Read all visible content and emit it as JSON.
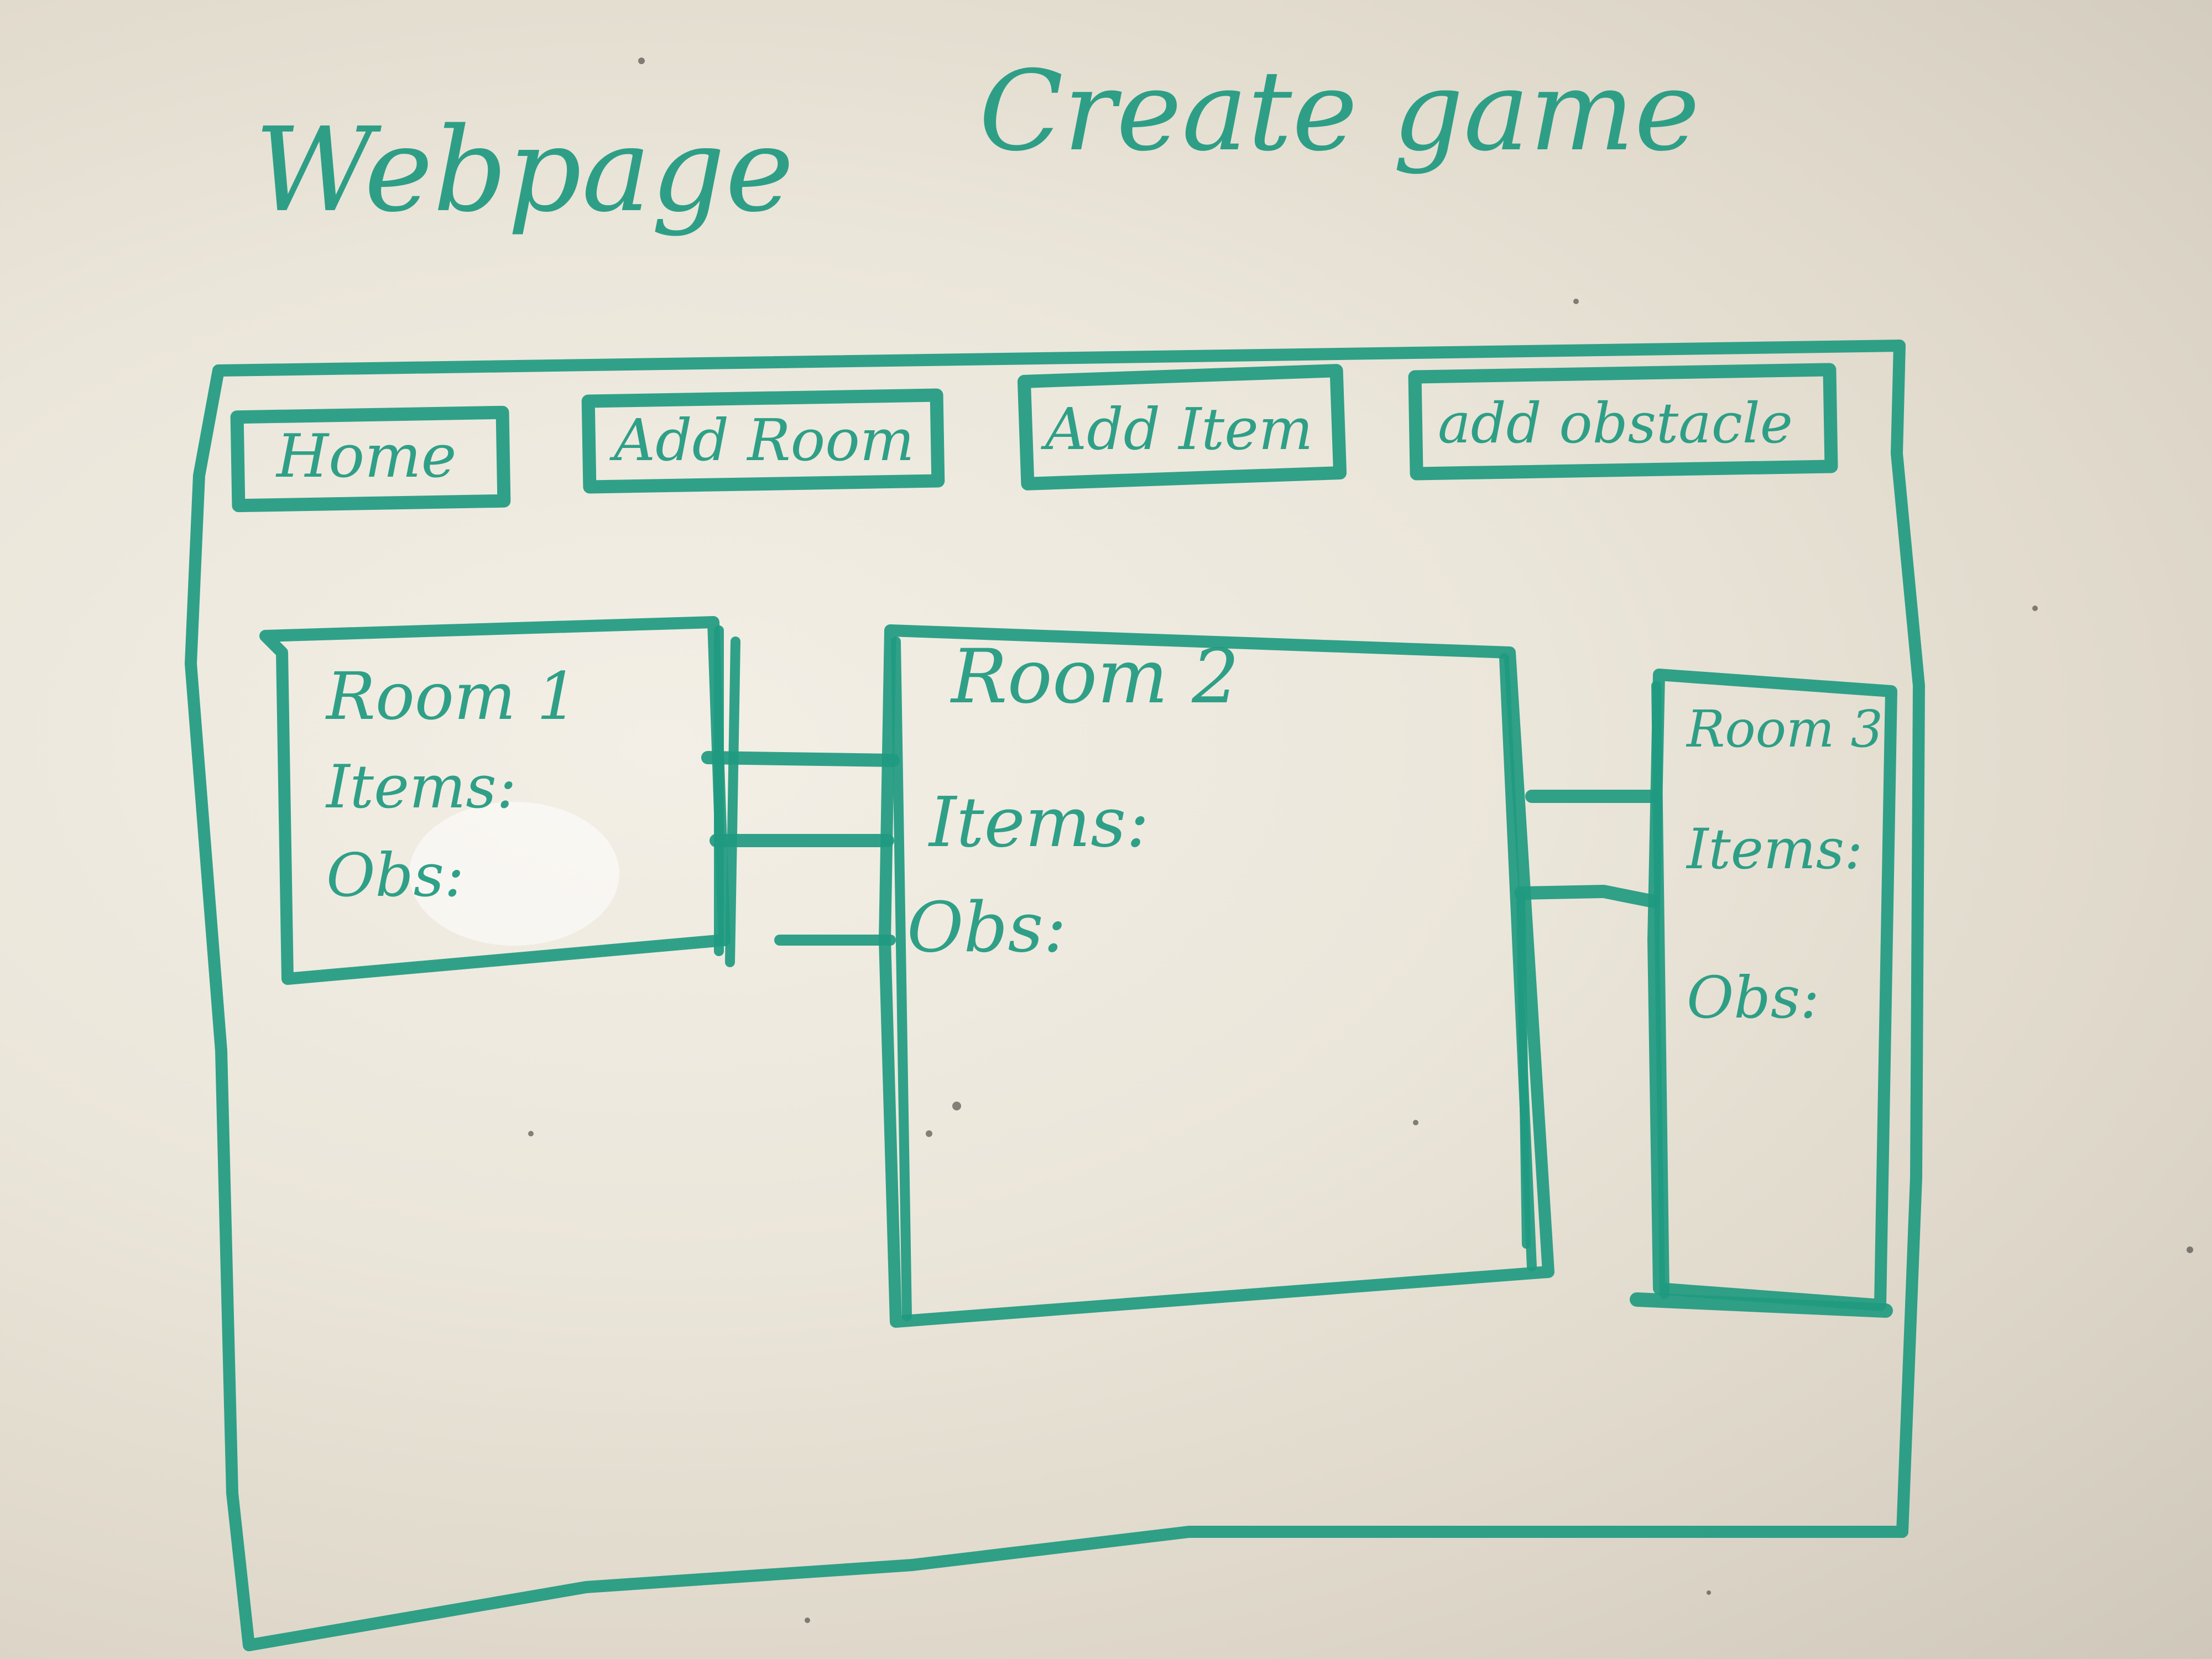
{
  "board": {
    "title": "Webpage",
    "subtitle": "Create game",
    "ink_color": "#1f9a80",
    "background_color": "#ebe6da"
  },
  "nav": {
    "home": "Home",
    "add_room": "Add Room",
    "add_item": "Add Item",
    "add_obstacle": "add obstacle"
  },
  "rooms": [
    {
      "name": "Room 1",
      "items_label": "Items:",
      "obs_label": "Obs:"
    },
    {
      "name": "Room 2",
      "items_label": "Items:",
      "obs_label": "Obs:"
    },
    {
      "name": "Room 3",
      "items_label": "Items:",
      "obs_label": "Obs:"
    }
  ]
}
